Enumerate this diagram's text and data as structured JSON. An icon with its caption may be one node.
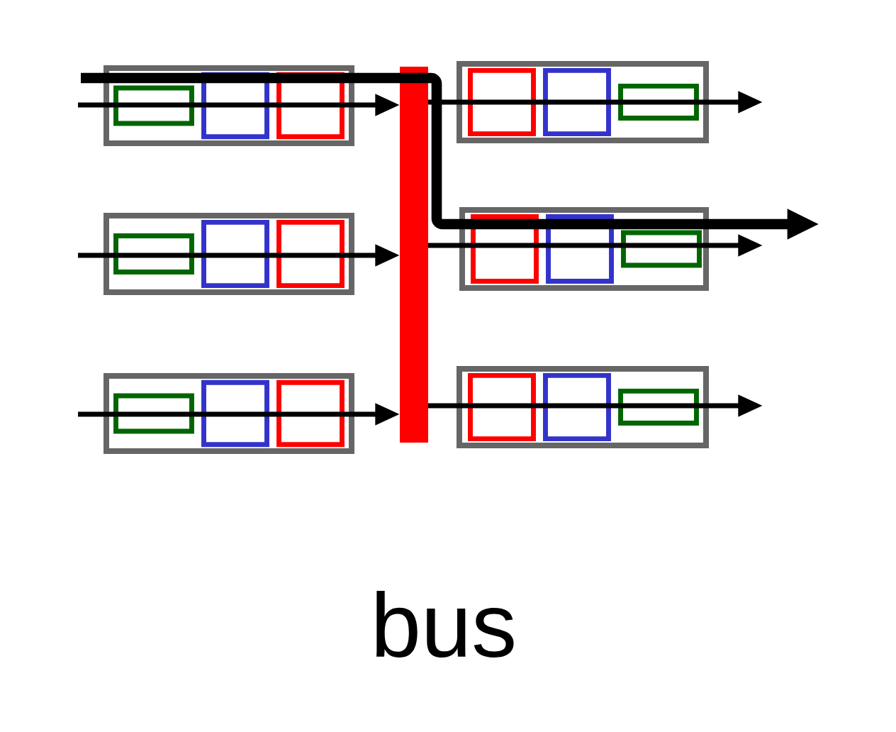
{
  "diagram": {
    "nodes": [
      {
        "text": [],
        "shape": "box"
      },
      {
        "text": [],
        "shape": "box"
      },
      {
        "text": [],
        "shape": "box"
      },
      {
        "text": [],
        "shape": "box"
      },
      {
        "text": [],
        "shape": "box"
      },
      {
        "text": [],
        "shape": "box"
      },
      {
        "text": [],
        "shape": "bar"
      },
      {
        "text": [],
        "shape": "box",
        "in": 0
      },
      {
        "text": [],
        "shape": "box",
        "in": 0
      },
      {
        "text": [],
        "shape": "box",
        "in": 0
      },
      {
        "text": [],
        "shape": "box",
        "in": 1
      },
      {
        "text": [],
        "shape": "box",
        "in": 1
      },
      {
        "text": [],
        "shape": "box",
        "in": 1
      },
      {
        "text": [],
        "shape": "box",
        "in": 2
      },
      {
        "text": [],
        "shape": "box",
        "in": 2
      },
      {
        "text": [],
        "shape": "box",
        "in": 2
      },
      {
        "text": [],
        "shape": "box",
        "in": 3
      },
      {
        "text": [],
        "shape": "box",
        "in": 3
      },
      {
        "text": [],
        "shape": "box",
        "in": 3
      },
      {
        "text": [],
        "shape": "box",
        "in": 4
      },
      {
        "text": [],
        "shape": "box",
        "in": 4
      },
      {
        "text": [],
        "shape": "box",
        "in": 4
      },
      {
        "text": [],
        "shape": "box",
        "in": 5
      },
      {
        "text": [],
        "shape": "box",
        "in": 5
      },
      {
        "text": [],
        "shape": "box",
        "in": 5
      }
    ],
    "edges": [
      {
        "from": null,
        "to": 6,
        "arrow": "to"
      },
      {
        "from": null,
        "to": 6,
        "arrow": "to"
      },
      {
        "from": null,
        "to": 6,
        "arrow": "to"
      },
      {
        "from": 6,
        "to": null,
        "arrow": "to"
      },
      {
        "from": 6,
        "to": null,
        "arrow": "to"
      },
      {
        "from": 6,
        "to": null,
        "arrow": "to"
      },
      {
        "from": 0,
        "to": null,
        "arrow": "to",
        "style": "thick"
      }
    ],
    "labels": [
      "bus"
    ]
  }
}
